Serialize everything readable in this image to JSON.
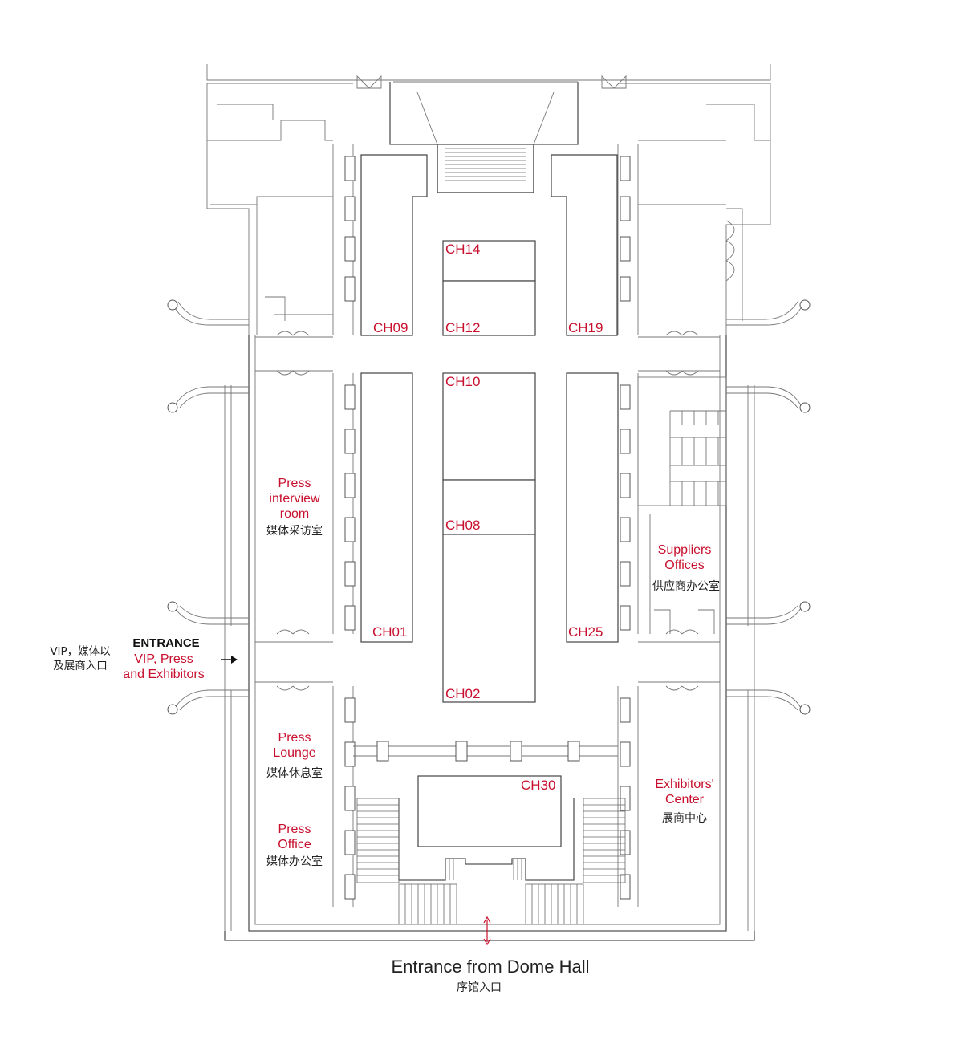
{
  "halls": {
    "ch14": "CH14",
    "ch12": "CH12",
    "ch09": "CH09",
    "ch19": "CH19",
    "ch10": "CH10",
    "ch08": "CH08",
    "ch01": "CH01",
    "ch25": "CH25",
    "ch02": "CH02",
    "ch30": "CH30"
  },
  "rooms": {
    "press_interview": {
      "en_line1": "Press",
      "en_line2": "interview",
      "en_line3": "room",
      "zh": "媒体采访室"
    },
    "suppliers_offices": {
      "en_line1": "Suppliers",
      "en_line2": "Offices",
      "zh": "供应商办公室"
    },
    "press_lounge": {
      "en_line1": "Press",
      "en_line2": "Lounge",
      "zh": "媒体休息室"
    },
    "press_office": {
      "en_line1": "Press",
      "en_line2": "Office",
      "zh": "媒体办公室"
    },
    "exhibitors_center": {
      "en_line1": "Exhibitors'",
      "en_line2": "Center",
      "zh": "展商中心"
    }
  },
  "side_entrance": {
    "zh_line1": "VIP，媒体以",
    "zh_line2": "及展商入口",
    "title": "ENTRANCE",
    "red_line1": "VIP, Press",
    "red_line2": "and Exhibitors",
    "arrow_icon": "arrow-right-icon"
  },
  "bottom_entrance": {
    "en": "Entrance from Dome Hall",
    "zh": "序馆入口",
    "arrow_icon": "double-arrow-vertical-icon"
  },
  "colors": {
    "accent_red": "#c8102e",
    "line_gray": "#555555"
  }
}
